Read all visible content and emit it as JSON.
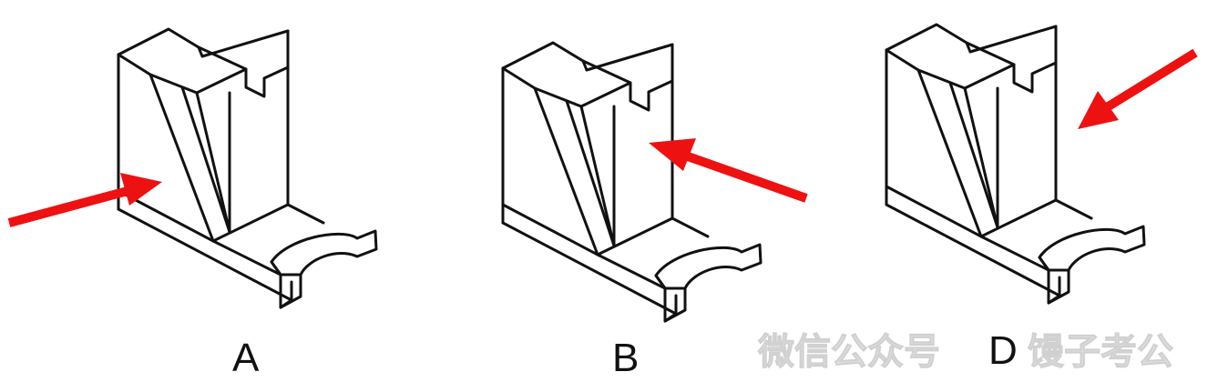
{
  "figures": [
    {
      "label": "A",
      "arrow_color": "#ee1111"
    },
    {
      "label": "B",
      "arrow_color": "#ee1111"
    },
    {
      "label": "D",
      "arrow_color": "#ee1111"
    }
  ],
  "watermark": {
    "text": "微信公众号 馒子考公"
  },
  "line_color": "#111111"
}
